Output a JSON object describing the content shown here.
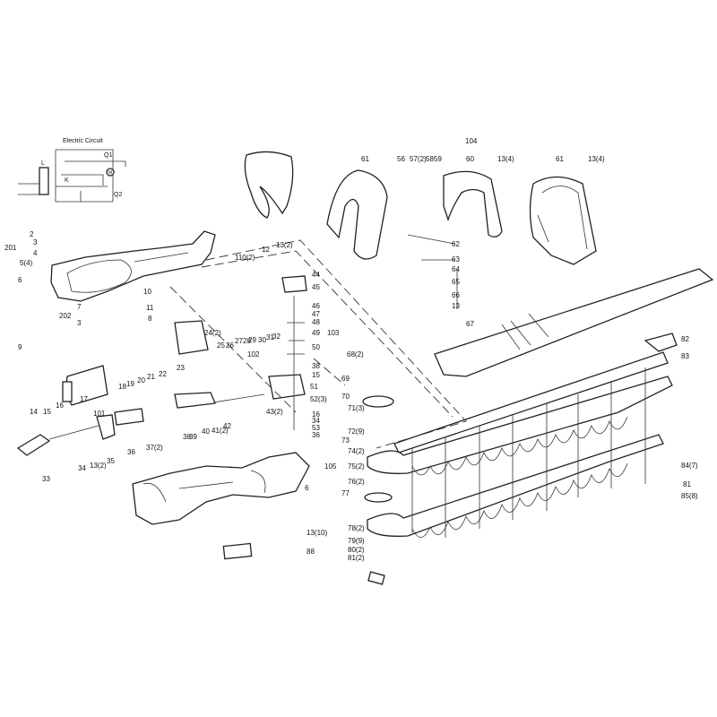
{
  "circuit": {
    "title": "Electric Circuit",
    "symbols": [
      "Q1",
      "L",
      "K",
      "M",
      "Q2"
    ]
  },
  "labels": [
    "2",
    "3",
    "4",
    "201",
    "5(4)",
    "6",
    "110(2)",
    "12",
    "13(2)",
    "10",
    "11",
    "8",
    "202",
    "7",
    "3",
    "24(2)",
    "25",
    "26",
    "27",
    "28",
    "29",
    "30",
    "31",
    "32",
    "102",
    "44",
    "45",
    "46",
    "47",
    "48",
    "49",
    "103",
    "50",
    "38",
    "15",
    "51",
    "52(3)",
    "16",
    "34",
    "53",
    "36",
    "9",
    "14",
    "15",
    "16",
    "17",
    "18",
    "19",
    "20",
    "21",
    "22",
    "23",
    "101",
    "43(2)",
    "38",
    "39",
    "40",
    "41(2)",
    "42",
    "33",
    "34",
    "13(2)",
    "35",
    "36",
    "37(2)",
    "6",
    "13(10)",
    "88",
    "104",
    "61",
    "56",
    "57(2)",
    "58",
    "59",
    "60",
    "13(4)",
    "61",
    "13(4)",
    "62",
    "63",
    "64",
    "65",
    "66",
    "13",
    "67",
    "68(2)",
    "69",
    "70",
    "71(3)",
    "72(9)",
    "73",
    "74(2)",
    "105",
    "75(2)",
    "76(2)",
    "77",
    "78(2)",
    "79(9)",
    "80(2)",
    "81(2)",
    "82",
    "83",
    "84(7)",
    "81",
    "85(8)"
  ],
  "colors": {
    "line": "#222222",
    "background": "#ffffff"
  }
}
